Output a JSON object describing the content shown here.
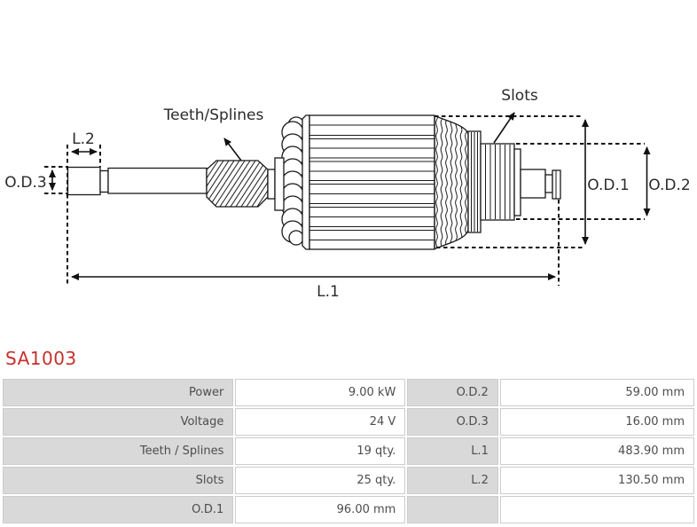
{
  "page": {
    "background": "#ffffff"
  },
  "part_header": {
    "part_number": "SA1003",
    "color": "#c5312b"
  },
  "diagram": {
    "line_color": "#1a1a1a",
    "labels": {
      "teeth_splines": "Teeth/Splines",
      "slots": "Slots",
      "l1": "L.1",
      "l2": "L.2",
      "od1": "O.D.1",
      "od2": "O.D.2",
      "od3": "O.D.3"
    }
  },
  "spec_table": {
    "cell_bg_gray": "#d9d9d9",
    "border_color": "#cccccc",
    "text_color": "#4d4d4d",
    "rows": [
      [
        "Power",
        "9.00 kW",
        "O.D.2",
        "59.00 mm"
      ],
      [
        "Voltage",
        "24 V",
        "O.D.3",
        "16.00 mm"
      ],
      [
        "Teeth / Splines",
        "19 qty.",
        "L.1",
        "483.90 mm"
      ],
      [
        "Slots",
        "25 qty.",
        "L.2",
        "130.50 mm"
      ],
      [
        "O.D.1",
        "96.00 mm",
        "",
        ""
      ]
    ]
  }
}
